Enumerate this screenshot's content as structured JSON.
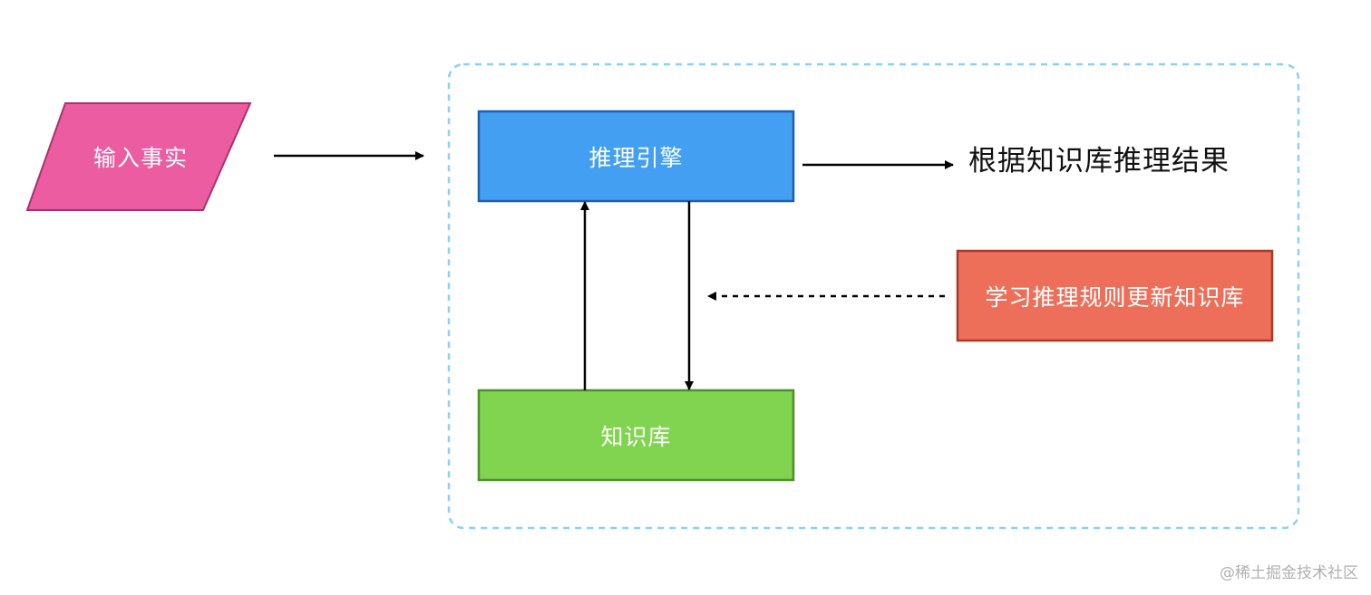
{
  "diagram": {
    "input_node": {
      "label": "输入事实",
      "color": "#eb5da0"
    },
    "engine_node": {
      "label": "推理引擎",
      "color": "#439ff2"
    },
    "knowledge_node": {
      "label": "知识库",
      "color": "#81d450"
    },
    "learning_node": {
      "label": "学习推理规则更新知识库",
      "color": "#ed6f59"
    },
    "result_text": "根据知识库推理结果",
    "group_border_color": "#8ed0f3"
  },
  "watermark": "@稀土掘金技术社区"
}
